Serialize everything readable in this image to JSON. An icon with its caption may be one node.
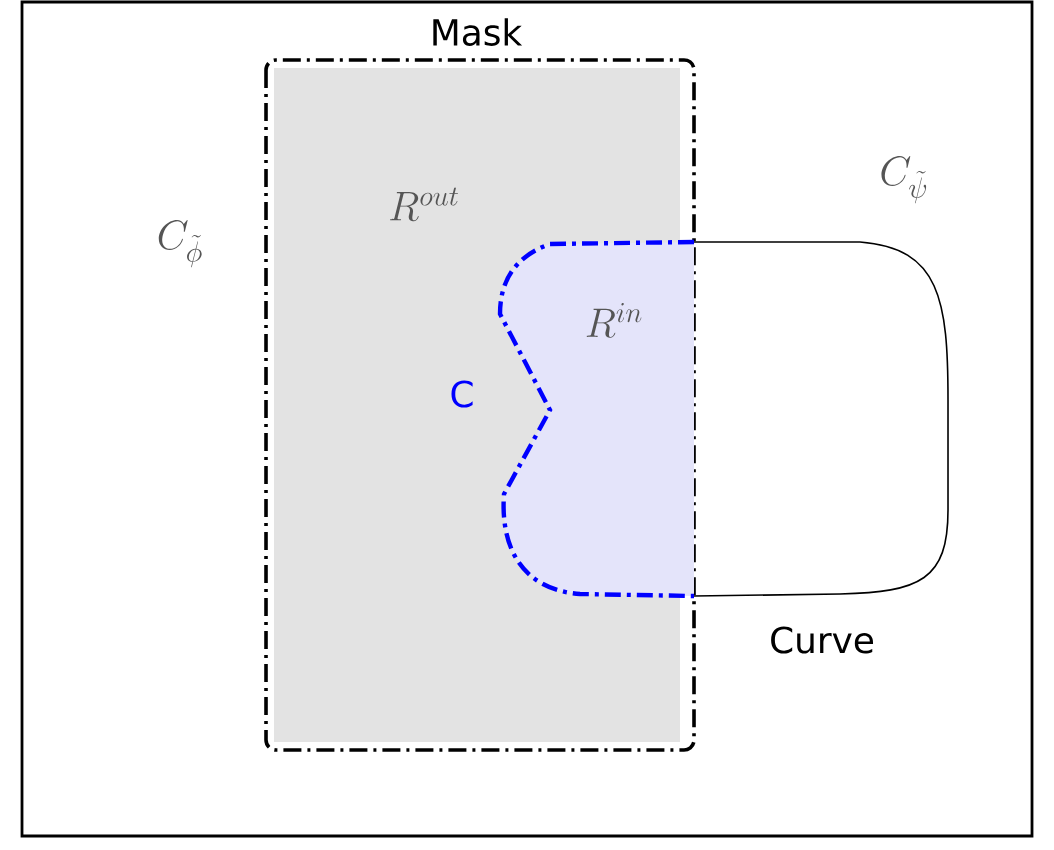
{
  "diagram": {
    "nodes": [
      {
        "text": [
          "Mask"
        ]
      },
      {
        "text": [
          "R^{in}"
        ],
        "beside": [
          "C"
        ],
        "in": 0
      }
    ],
    "labels": [
      "C_{\\tilde\\phi}",
      "R^{out}",
      "C_{\\tilde\\psi}",
      "Curve"
    ]
  }
}
